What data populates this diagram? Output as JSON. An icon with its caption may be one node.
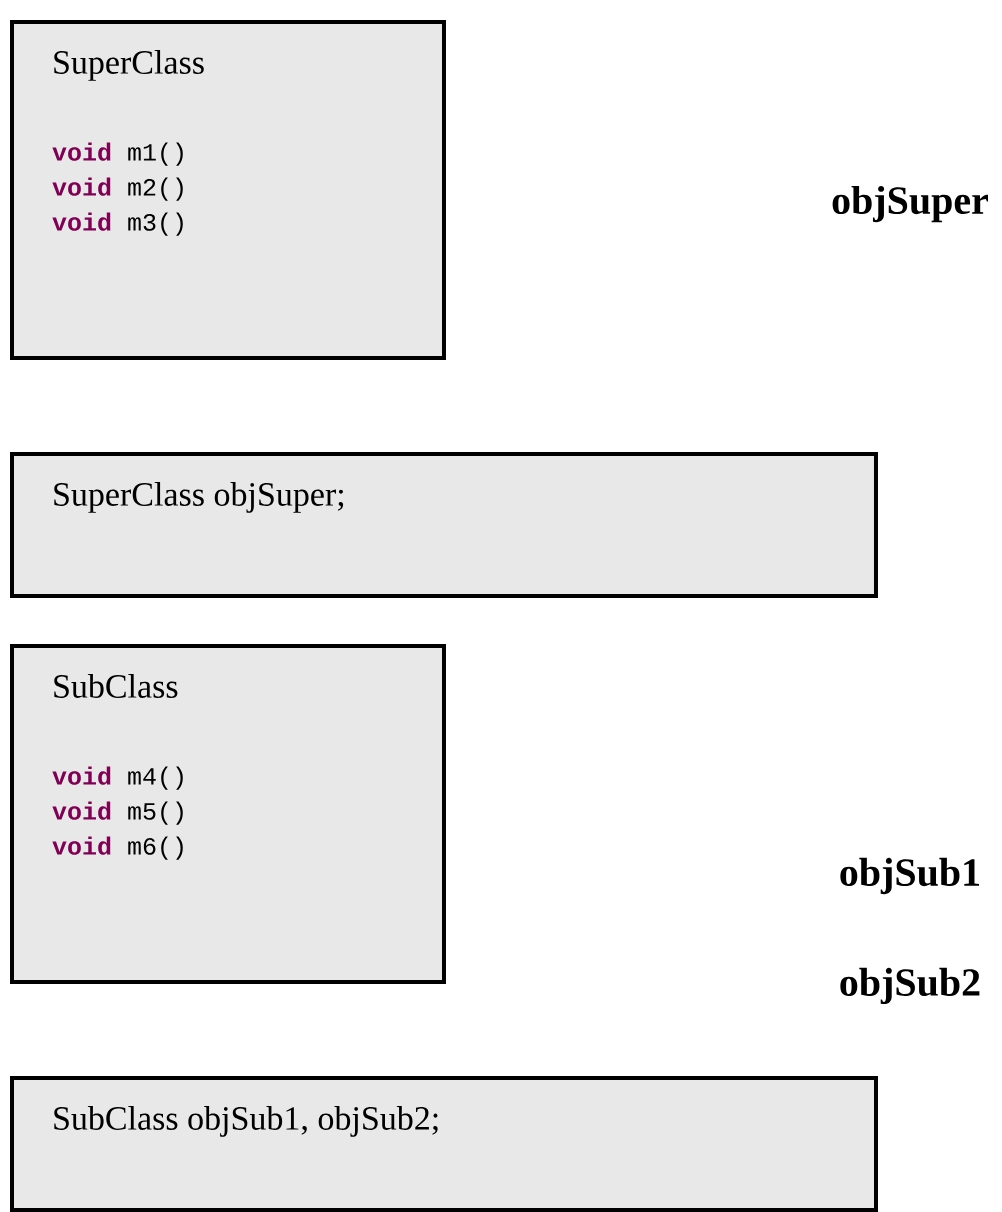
{
  "diagram": {
    "nodes": [
      {
        "text": [
          "SuperClass",
          "**void** m1()",
          "**void** m2()",
          "**void** m3()"
        ]
      },
      {
        "text": [
          "SuperClass objSuper;"
        ]
      },
      {
        "text": [
          "SubClass",
          "**void** m4()",
          "**void** m5()",
          "**void** m6()"
        ]
      },
      {
        "text": [
          "SubClass objSub1, objSub2;"
        ]
      }
    ],
    "labels": [
      "objSuper",
      "objSub1",
      "objSub2"
    ]
  }
}
